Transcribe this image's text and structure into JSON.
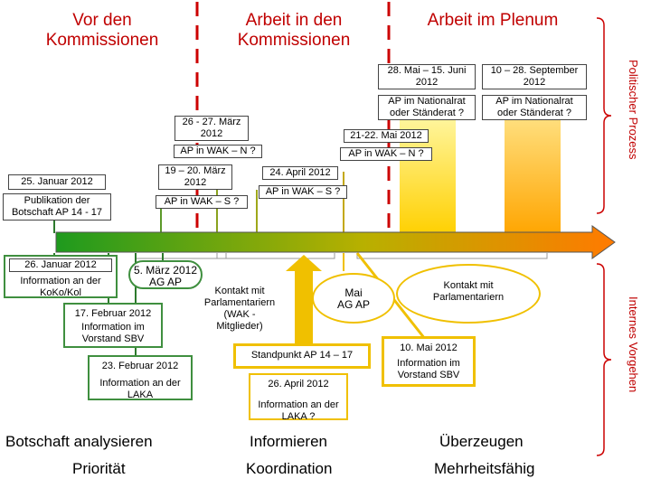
{
  "headers": {
    "col1": "Vor den\nKommissionen",
    "col2": "Arbeit in den\nKommissionen",
    "col3": "Arbeit im Plenum"
  },
  "side_labels": {
    "top": "Politischer Prozess",
    "bottom": "Internes Vorgehen"
  },
  "upper": {
    "jan25_date": "25. Januar 2012",
    "jan25_text": "Publikation der\nBotschaft AP 14 - 17",
    "mar1920_date": "19 – 20. März\n2012",
    "mar1920_text": "AP in WAK – S ?",
    "mar2627_date": "26 - 27. März\n2012",
    "mar2627_text": "AP in WAK – N ?",
    "apr24_date": "24. April 2012",
    "apr24_text": "AP in WAK – S ?",
    "may2122_date": "21-22. Mai 2012",
    "may2122_text": "AP in WAK – N ?",
    "may28_date": "28. Mai – 15. Juni\n2012",
    "may28_text": "AP im Nationalrat\noder Ständerat ?",
    "sep10_date": "10 – 28. September\n2012",
    "sep10_text": "AP im Nationalrat\noder Ständerat ?"
  },
  "lower": {
    "jan26_date": "26. Januar 2012",
    "jan26_text": "Information an der\nKoKo/Kol",
    "feb17_date": "17. Februar 2012",
    "feb17_text": "Information im\nVorstand SBV",
    "feb23_date": "23. Februar 2012",
    "feb23_text": "Information an der\nLAKA",
    "mar5": "5. März 2012\nAG AP",
    "kontakt1": "Kontakt mit\nParlamentariern\n(WAK -\nMitglieder)",
    "standpunkt": "Standpunkt AP 14 – 17",
    "apr26_date": "26. April 2012",
    "apr26_text": "Information an der\nLAKA ?",
    "mai_ag": "Mai\nAG AP",
    "kontakt2": "Kontakt mit\nParlamentariern",
    "may10_date": "10. Mai 2012",
    "may10_text": "Information im\nVorstand SBV"
  },
  "bottom_row1": [
    "Botschaft analysieren",
    "Informieren",
    "Überzeugen"
  ],
  "bottom_row2": [
    "Priorität",
    "Koordination",
    "Mehrheitsfähig"
  ],
  "colors": {
    "header_red": "#c00000",
    "arrow_start": "#1e9a1e",
    "arrow_end": "#ff7a00",
    "plenum_yellow": "#ffd200",
    "plenum_orange": "#ffb020",
    "box_green": "#3f8f3f",
    "box_yellow": "#f0c000",
    "brace_red": "#cc0000"
  }
}
